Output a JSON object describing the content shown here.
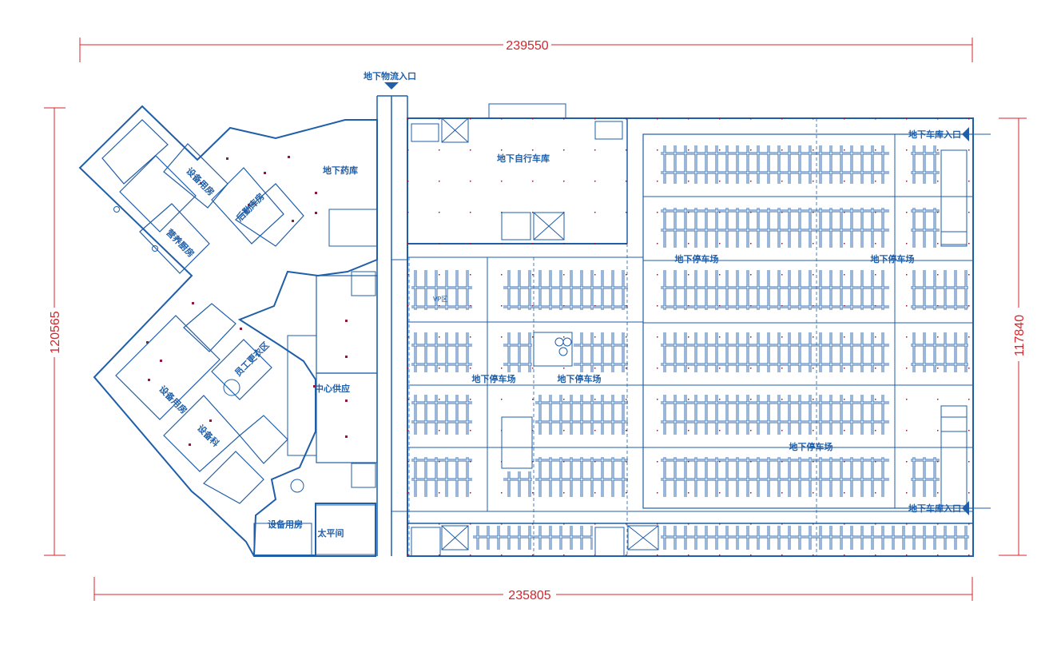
{
  "dimensions": {
    "top": "239550",
    "bottom": "235805",
    "left": "120565",
    "right": "117840"
  },
  "colors": {
    "line": "#1f5ea8",
    "dimension": "#d9232a",
    "column": "#8b1d3a"
  },
  "labels": {
    "logistics_entrance": "地下物流入口",
    "garage_entrance_top": "地下车库入口",
    "garage_entrance_bottom": "地下车库入口",
    "bicycle_garage": "地下自行车库",
    "pharmacy": "地下药库",
    "parking_a": "地下停车场",
    "parking_b": "地下停车场",
    "parking_c": "地下停车场",
    "parking_d": "地下停车场",
    "parking_e": "地下停车场",
    "equip_1": "设备用房",
    "equip_2": "设备用房",
    "equip_3": "设备用房",
    "logistics_store": "后勤库房",
    "nutrition_kitchen": "营养厨房",
    "staff_rest": "员工更衣区",
    "central_supply": "中心供应",
    "equipment_dept": "设备科",
    "morgue": "太平间",
    "vip": "VP区"
  }
}
